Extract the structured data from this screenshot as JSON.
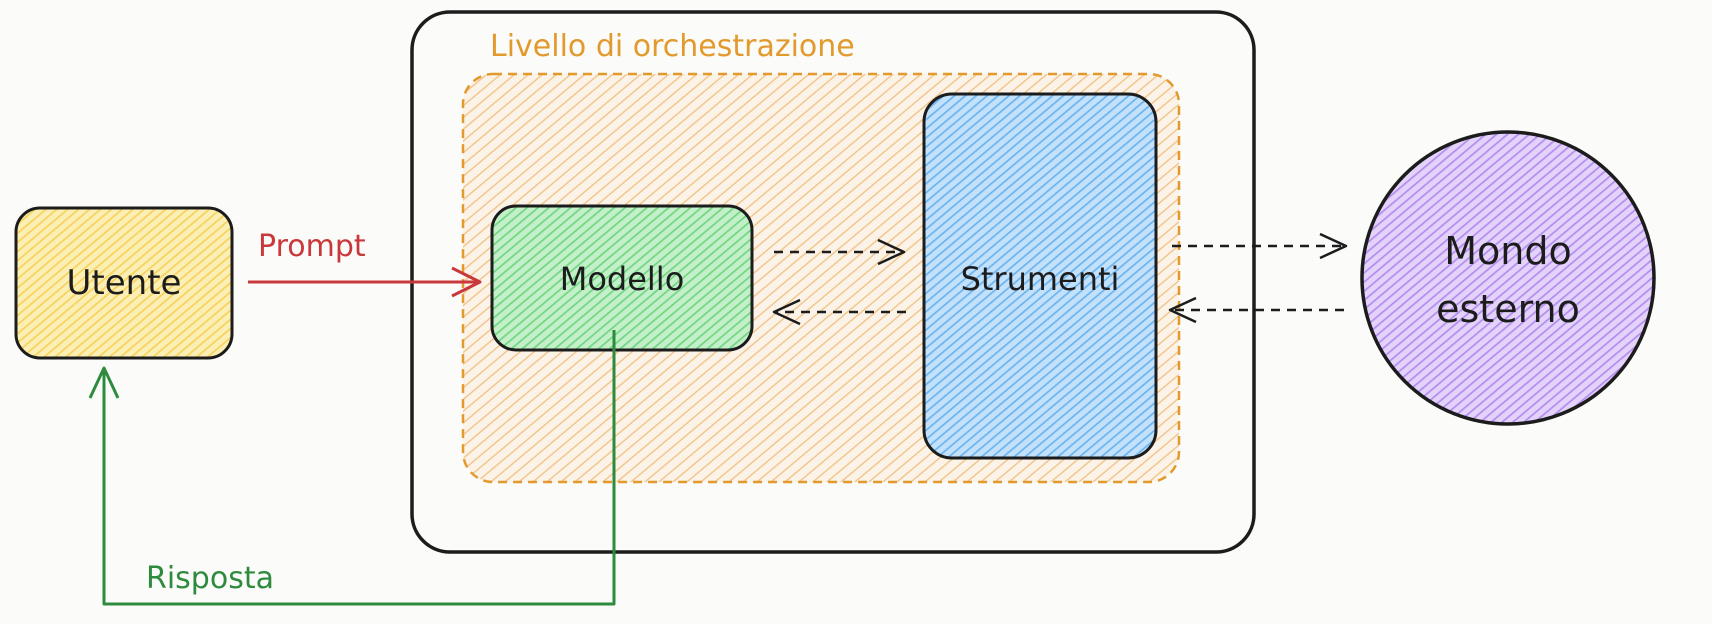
{
  "orchestration": {
    "title": "Livello di orchestrazione"
  },
  "nodes": {
    "user": "Utente",
    "model": "Modello",
    "tools": "Strumenti",
    "world_line1": "Mondo",
    "world_line2": "esterno"
  },
  "edges": {
    "prompt": "Prompt",
    "response": "Risposta"
  },
  "colors": {
    "background": "#fbfbfa",
    "outline": "#1c1c1c",
    "orchestration": "#e39a2d",
    "orchestration_fill": "#f6cf9c",
    "user_fill": "#f9df7e",
    "model_fill": "#8ee09a",
    "tools_fill": "#8cc6f5",
    "world_fill": "#c9aaf3",
    "prompt": "#c9393c",
    "response": "#2e8b3e"
  }
}
